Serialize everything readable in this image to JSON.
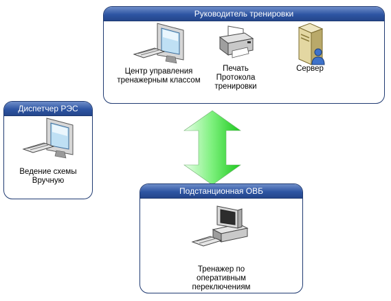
{
  "panels": {
    "lead": {
      "title": "Руководитель тренировки",
      "nodes": {
        "control_center": {
          "line1": "Центр управления",
          "line2": "тренажерным классом"
        },
        "printer": {
          "line1": "Печать",
          "line2": "Протокола",
          "line3": "тренировки"
        },
        "server": {
          "line1": "Сервер"
        }
      }
    },
    "dispatcher": {
      "title": "Диспетчер РЭС",
      "nodes": {
        "manual_scheme": {
          "line1": "Ведение схемы",
          "line2": "Вручную"
        }
      }
    },
    "substation": {
      "title": "Подстанционная ОВБ",
      "nodes": {
        "trainer": {
          "line1": "Тренажер по",
          "line2": "оперативным",
          "line3": "переключениям"
        }
      }
    }
  },
  "connector": {
    "type": "double-arrow",
    "color": "#33e633"
  },
  "icons": {
    "computer": "monitor-keyboard-icon",
    "printer": "printer-icon",
    "server": "server-user-icon",
    "workstation": "desktop-computer-icon"
  },
  "colors": {
    "header_dark": "#24468b",
    "header_light": "#6f8ec9",
    "border": "#1d3870",
    "arrow_green": "#33e633"
  }
}
